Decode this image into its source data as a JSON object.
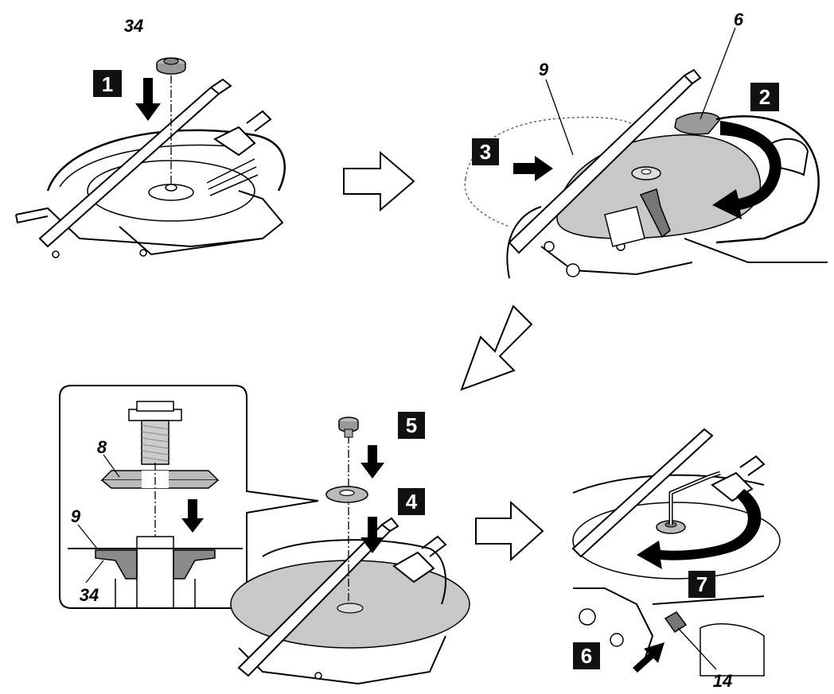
{
  "steps": [
    {
      "number": "1"
    },
    {
      "number": "2"
    },
    {
      "number": "3"
    },
    {
      "number": "4"
    },
    {
      "number": "5"
    },
    {
      "number": "6"
    },
    {
      "number": "7"
    }
  ],
  "part_labels": {
    "flange_nut_top": "34",
    "guard_6": "6",
    "blade_9_top": "9",
    "washer_8": "8",
    "blade_9_detail": "9",
    "flange_34_detail": "34",
    "lever_14": "14"
  },
  "colors": {
    "ink": "#000000",
    "blade_fill": "#c8c8c8",
    "guard_fill": "#9a9a9a",
    "step_box": "#111111",
    "paper": "#ffffff"
  }
}
